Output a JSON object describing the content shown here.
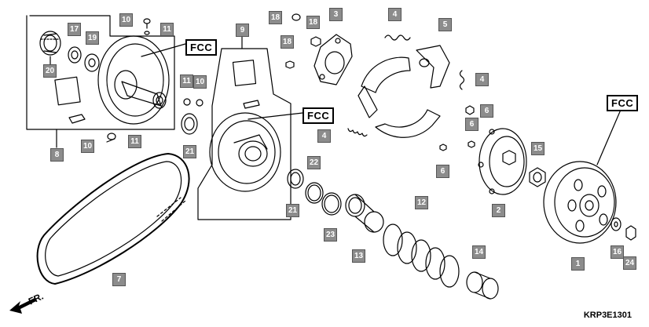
{
  "diagram": {
    "drawing_code": "KRP3E1301",
    "direction_label": "FR.",
    "fcc_labels": [
      "FCC",
      "FCC",
      "FCC"
    ],
    "callouts": {
      "c20": "20",
      "c17": "17",
      "c19": "19",
      "c10a": "10",
      "c11a": "11",
      "c8": "8",
      "c10b": "10",
      "c11b": "11",
      "c11c": "11",
      "c10c": "10",
      "c21a": "21",
      "c9": "9",
      "c18a": "18",
      "c18b": "18",
      "c18c": "18",
      "c3": "3",
      "c4a": "4",
      "c5": "5",
      "c4b": "4",
      "c4c": "4",
      "c6a": "6",
      "c6b": "6",
      "c6c": "6",
      "c15": "15",
      "c22": "22",
      "c21b": "21",
      "c23": "23",
      "c13": "13",
      "c12": "12",
      "c2": "2",
      "c14": "14",
      "c1": "1",
      "c16": "16",
      "c24": "24",
      "c7": "7"
    }
  }
}
